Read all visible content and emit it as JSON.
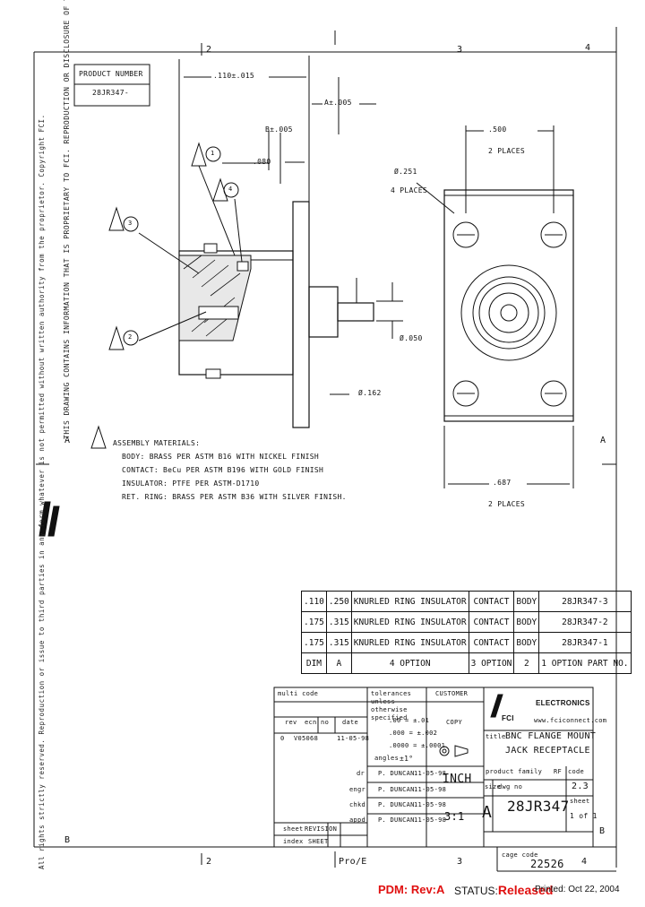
{
  "sheet": {
    "zones_top": [
      "2",
      "3",
      "4"
    ],
    "zones_bottom": [
      "2",
      "3",
      "4"
    ],
    "zone_side": [
      "A",
      "B"
    ],
    "pro_e": "Pro/E"
  },
  "product_box": {
    "title": "PRODUCT NUMBER",
    "value": "28JR347-"
  },
  "dims": {
    "overall": ".110±.015",
    "a_tol": "A±.005",
    "b_tol": "B±.005",
    "c080": ".080",
    "hole_dia": "Ø.251",
    "hole_places": "4 PLACES",
    "spacing": ".500",
    "spacing_places": "2 PLACES",
    "contact_dia": "Ø.050",
    "body_dia": "Ø.162",
    "flange": ".687",
    "flange_places": "2 PLACES"
  },
  "callouts": [
    "1",
    "2",
    "3",
    "4"
  ],
  "materials": [
    "ASSEMBLY MATERIALS:",
    "BODY: BRASS PER ASTM B16 WITH NICKEL FINISH",
    "CONTACT: BeCu PER ASTM B196 WITH GOLD FINISH",
    "INSULATOR: PTFE PER ASTM-D1710",
    "RET. RING: BRASS PER ASTM B36 WITH SILVER FINISH."
  ],
  "revision_table": {
    "rows": [
      [
        ".110",
        ".250",
        "KNURLED RING INSULATOR",
        "CONTACT",
        "BODY",
        "28JR347-3"
      ],
      [
        ".175",
        ".315",
        "KNURLED RING INSULATOR",
        "CONTACT",
        "BODY",
        "28JR347-2"
      ],
      [
        ".175",
        ".315",
        "KNURLED RING INSULATOR",
        "CONTACT",
        "BODY",
        "28JR347-1"
      ],
      [
        "DIM",
        "A",
        "4 OPTION",
        "3 OPTION",
        "2",
        "1 OPTION PART NO."
      ]
    ]
  },
  "title_block": {
    "multi_code": "multi code",
    "tolerances": "tolerances unless otherwise specified",
    "customer": "CUSTOMER",
    "copy": "COPY",
    "company": "ELECTRONICS",
    "company_short": "FCI",
    "website": "www.fciconnect.com",
    "tol_rows": [
      ".00 = ±.01",
      ".000 = ±.002",
      ".0000 = ±.0001"
    ],
    "angles": "angles",
    "angle_value": "±1°",
    "rev_label": "rev",
    "ecn_label": "ecn no",
    "date_label": "date",
    "rev_value": "0",
    "ecn_value": "V05068",
    "date_value": "11-05-98",
    "title_label": "title",
    "title_lines": [
      "BNC FLANGE MOUNT",
      "JACK RECEPTACLE"
    ],
    "drawn_rows": [
      [
        "dr",
        "P. DUNCAN",
        "11-05-98"
      ],
      [
        "engr",
        "P. DUNCAN",
        "11-05-98"
      ],
      [
        "chkd",
        "P. DUNCAN",
        "11-05-98"
      ],
      [
        "appd",
        "P. DUNCAN",
        "11-05-98"
      ]
    ],
    "units": "INCH",
    "scale": "3:1",
    "size_label": "size",
    "size": "A",
    "dwg_label": "dwg no",
    "dwg_no": "28JR347",
    "family_label": "product family",
    "rf": "RF",
    "code_label": "code",
    "code": "2.3",
    "sheet_label": "sheet",
    "sheet": "1 of 1",
    "sheet_foot": [
      "sheet",
      "index"
    ],
    "sheet_foot_vals": [
      "REVISION",
      "SHEET"
    ],
    "cage_label": "cage code",
    "cage_code": "22526"
  },
  "side_notes": {
    "left_top": "THIS DRAWING CONTAINS INFORMATION THAT IS PROPRIETARY TO FCI. REPRODUCTION OR DISCLOSURE OF THIS DRAWING IS PROHIBITED.",
    "left_bottom": "All rights strictly reserved. Reproduction or issue to third parties in any form whatever is not permitted without written authority from the proprietor. Copyright FCI."
  },
  "footer": {
    "pdm": "PDM: Rev:A",
    "status_label": "STATUS:",
    "status_value": "Released",
    "printed": "Printed: Oct 22, 2004"
  },
  "colors": {
    "ink": "#111111",
    "pdm": "#e01010"
  }
}
